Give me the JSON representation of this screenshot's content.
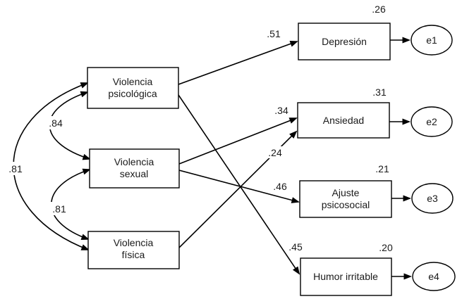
{
  "predictors": [
    {
      "name": "Violencia psicológica",
      "line1": "Violencia",
      "line2": "psicológica"
    },
    {
      "name": "Violencia sexual",
      "line1": "Violencia",
      "line2": "sexual"
    },
    {
      "name": "Violencia física",
      "line1": "Violencia",
      "line2": "física"
    }
  ],
  "outcomes": [
    {
      "name": "Depresión",
      "label": "Depresión",
      "r2": ".26",
      "error": "e1"
    },
    {
      "name": "Ansiedad",
      "label": "Ansiedad",
      "r2": ".31",
      "error": "e2"
    },
    {
      "name": "Ajuste psicosocial",
      "line1": "Ajuste",
      "line2": "psicosocial",
      "r2": ".21",
      "error": "e3"
    },
    {
      "name": "Humor irritable",
      "label": "Humor irritable",
      "r2": ".20",
      "error": "e4"
    }
  ],
  "paths": [
    {
      "from": "Violencia psicológica",
      "to": "Depresión",
      "value": ".51"
    },
    {
      "from": "Violencia sexual",
      "to": "Ansiedad",
      "value": ".34"
    },
    {
      "from": "Violencia física",
      "to": "Ansiedad",
      "value": ".24"
    },
    {
      "from": "Violencia sexual",
      "to": "Ajuste psicosocial",
      "value": ".46"
    },
    {
      "from": "Violencia psicológica",
      "to": "Humor irritable",
      "value": ".45"
    }
  ],
  "covariances": [
    {
      "between": "Violencia psicológica / Violencia sexual",
      "value": ".84"
    },
    {
      "between": "Violencia sexual / Violencia física",
      "value": ".81"
    },
    {
      "between": "Violencia psicológica / Violencia física",
      "value": ".81"
    }
  ],
  "colors": {
    "line": "#000000",
    "text": "#1a1a1a",
    "background": "#ffffff"
  }
}
